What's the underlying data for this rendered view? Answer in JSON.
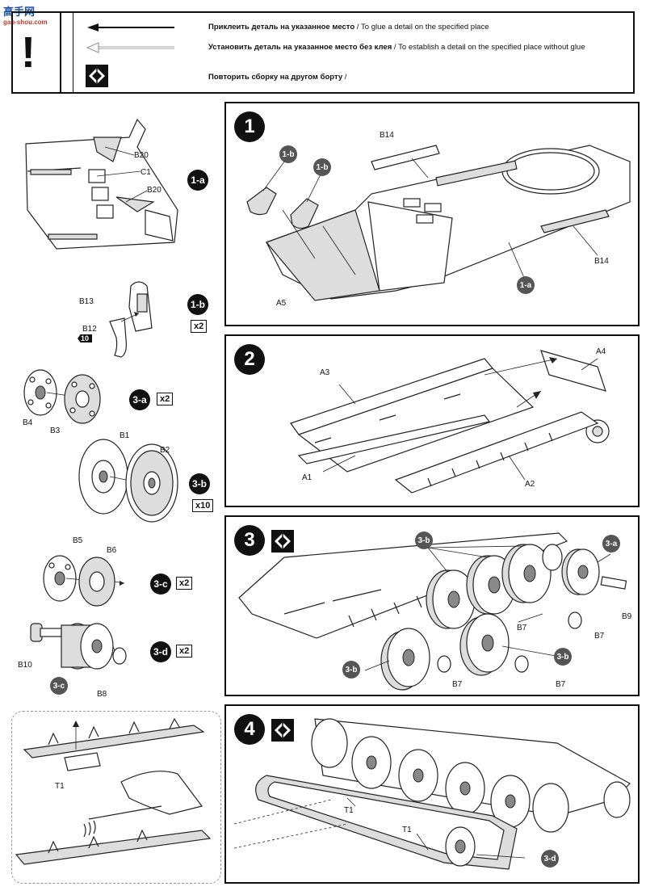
{
  "watermark": {
    "text": "高手网",
    "sub": "gao-shou.com"
  },
  "legend": {
    "exclamation": "!",
    "glue_ru": "Приклеить деталь на указанное место",
    "glue_en": " / To glue a detail on the specified place",
    "noglue_ru": "Установить деталь на указанное место без клея",
    "noglue_en": " / To establish a detail on the specified place without glue",
    "repeat_ru": "Повторить сборку на другом борту",
    "repeat_en": " /"
  },
  "left_column": {
    "sub1a": {
      "tag": "1-a",
      "labels": [
        "B20",
        "C1",
        "B20"
      ]
    },
    "sub1b": {
      "tag": "1-b",
      "mult": "x2",
      "labels": [
        "B13",
        "B12"
      ],
      "badge": "10"
    },
    "sub3a": {
      "tag": "3-a",
      "mult": "x2",
      "labels": [
        "B4",
        "B3"
      ]
    },
    "sub3b": {
      "tag": "3-b",
      "mult": "x10",
      "labels": [
        "B1",
        "B2"
      ]
    },
    "sub3c": {
      "tag": "3-c",
      "mult": "x2",
      "labels": [
        "B5",
        "B6"
      ]
    },
    "sub3d": {
      "tag": "3-d",
      "mult": "x2",
      "labels": [
        "B10",
        "B8"
      ],
      "sub_tag": "3-c"
    },
    "inset": {
      "labels": [
        "T1"
      ]
    }
  },
  "steps": [
    {
      "num": "1",
      "labels": [
        "B14",
        "B14",
        "A5"
      ],
      "tags": [
        "1-b",
        "1-b",
        "1-a"
      ]
    },
    {
      "num": "2",
      "labels": [
        "A3",
        "A4",
        "A1",
        "A2"
      ]
    },
    {
      "num": "3",
      "labels": [
        "B9",
        "B7",
        "B7",
        "B7",
        "B7"
      ],
      "tags": [
        "3-b",
        "3-a",
        "3-b",
        "3-b"
      ]
    },
    {
      "num": "4",
      "labels": [
        "T1",
        "T1"
      ],
      "tags": [
        "3-d"
      ]
    }
  ]
}
